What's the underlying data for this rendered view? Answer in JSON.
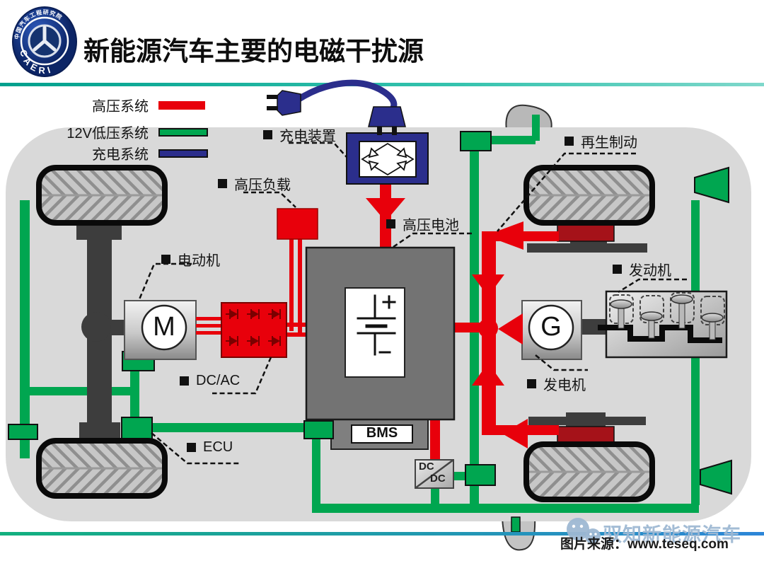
{
  "header": {
    "logo": {
      "top_text": "中国汽车工程研究院",
      "bottom_text": "CAERI"
    },
    "title": "新能源汽车主要的电磁干扰源"
  },
  "legend": {
    "items": [
      {
        "label": "高压系统",
        "color": "#e8000b"
      },
      {
        "label": "12V低压系统",
        "color": "#00a650"
      },
      {
        "label": "充电系统",
        "color": "#2b2e8c"
      }
    ]
  },
  "diagram": {
    "labels": {
      "charger": "充电装置",
      "hv_load": "高压负载",
      "hv_battery": "高压电池",
      "motor": "电动机",
      "inverter": "DC/AC",
      "ecu": "ECU",
      "regen_brake": "再生制动",
      "engine": "发动机",
      "generator": "发电机"
    },
    "components": {
      "motor_letter": "M",
      "generator_letter": "G",
      "bms": "BMS",
      "dcdc_line1": "DC",
      "dcdc_line2": "DC"
    },
    "colors": {
      "hv_system": "#e8000b",
      "lv_12v_system": "#00a650",
      "charging_system": "#2b2e8c",
      "car_body": "#d9d9d9",
      "battery_box": "#737373"
    }
  },
  "footer": {
    "source": "图片来源：www.teseq.com",
    "watermark": "驭知新能源汽车"
  }
}
